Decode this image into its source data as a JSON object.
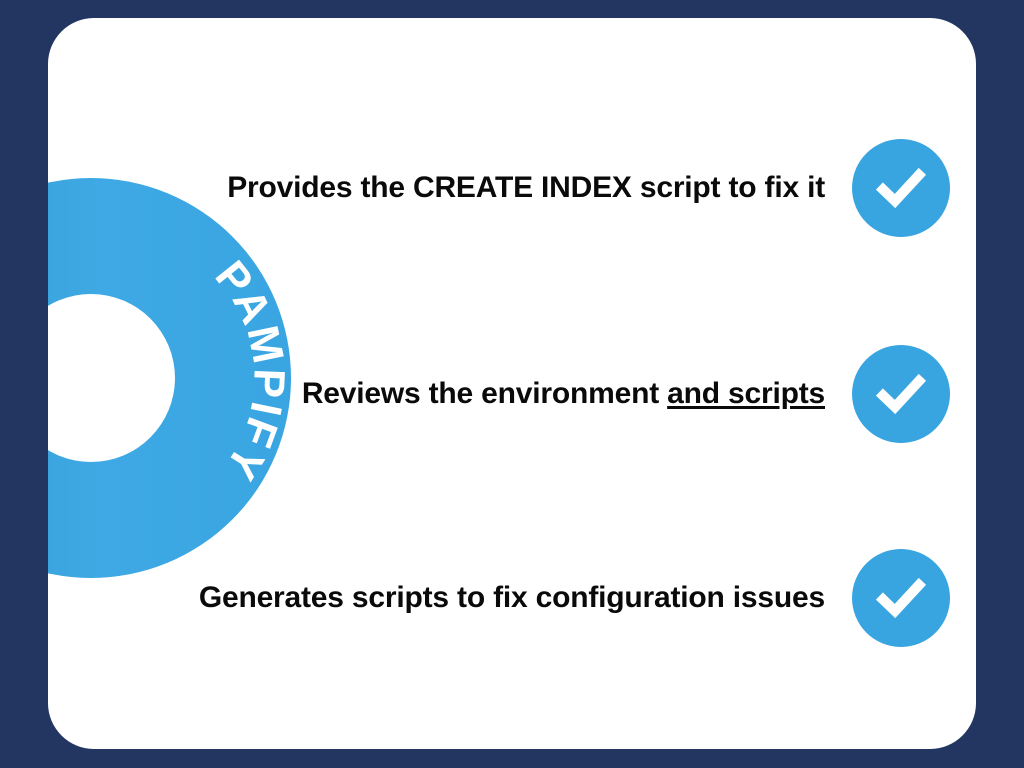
{
  "theme": {
    "background_color": "#233662",
    "card_color": "#ffffff",
    "accent_blue": "#39a5e0",
    "text_color": "#0a0a0a",
    "check_color": "#ffffff"
  },
  "brand": {
    "name": "PAMPIFY",
    "logo_shape": "donut-ring",
    "logo_color": "#39a5e0"
  },
  "features": [
    {
      "id": "create-index",
      "text_plain": "Provides the CREATE INDEX script to fix it",
      "segments": [
        {
          "text": "Provides the CREATE INDEX script to fix it",
          "underline": false
        }
      ],
      "icon": "check-circle-icon"
    },
    {
      "id": "reviews-environment",
      "text_plain": "Reviews the environment and scripts",
      "segments": [
        {
          "text": "Reviews the environment ",
          "underline": false
        },
        {
          "text": "and scripts",
          "underline": true
        }
      ],
      "icon": "check-circle-icon"
    },
    {
      "id": "generates-scripts",
      "text_plain": "Generates scripts to fix configuration issues",
      "segments": [
        {
          "text": "Generates scripts to fix configuration issues",
          "underline": false
        }
      ],
      "icon": "check-circle-icon"
    }
  ]
}
